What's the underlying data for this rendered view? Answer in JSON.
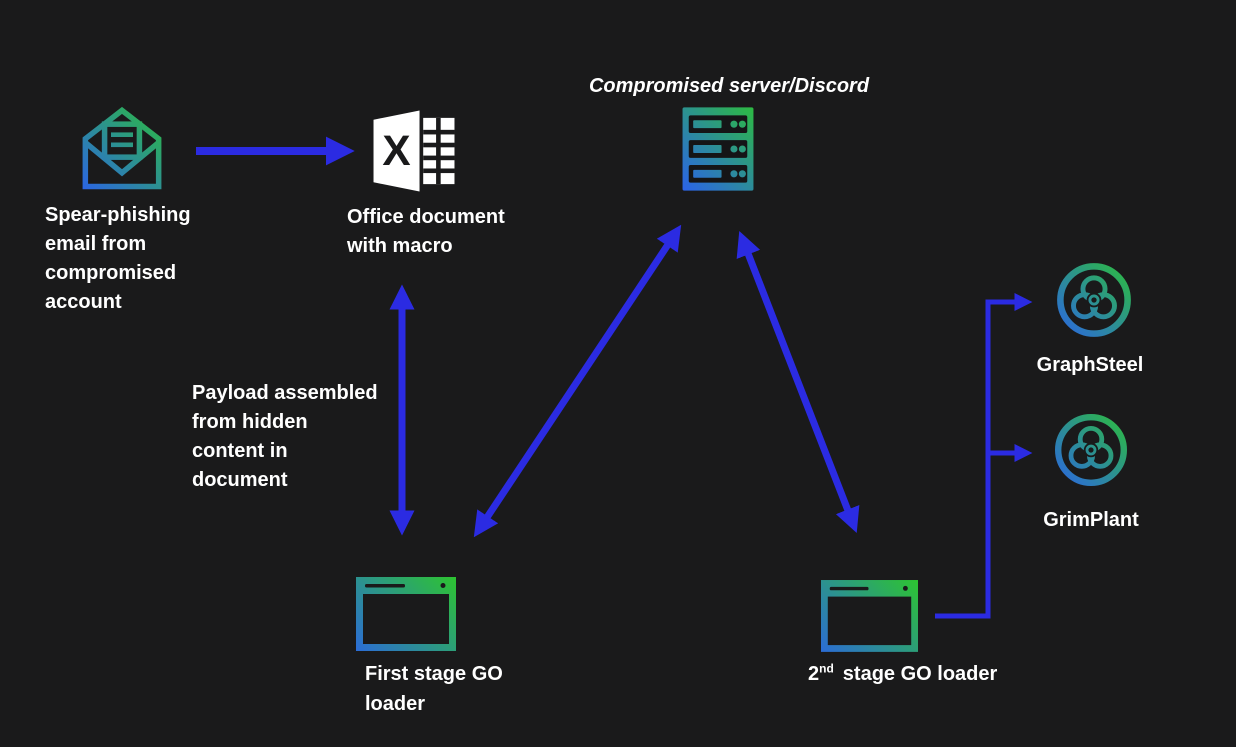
{
  "diagram": {
    "background": "#1a1a1b",
    "colors": {
      "arrow": "#2b2be2",
      "gradient_blue": "#2b5ff0",
      "gradient_green": "#2dc430",
      "text": "#ffffff",
      "icon_white": "#ffffff",
      "icon_inner_dark": "#151517"
    },
    "nodes": {
      "spear_phishing_email": {
        "icon": "open-email-envelope",
        "lines": [
          "Spear-phishing",
          "email from",
          "compromised",
          "account"
        ]
      },
      "office_document": {
        "icon": "excel-document",
        "lines": [
          "Office document",
          "with macro"
        ]
      },
      "compromised_server": {
        "icon": "server-rack",
        "label": "Compromised server/Discord"
      },
      "payload_note": {
        "lines": [
          "Payload assembled",
          "from hidden",
          "content in",
          "document"
        ]
      },
      "first_stage_loader": {
        "icon": "app-window",
        "lines": [
          "First stage GO",
          "loader"
        ]
      },
      "second_stage_loader": {
        "icon": "app-window",
        "number": "2",
        "ordinal": "nd",
        "rest": "stage GO loader"
      },
      "graphsteel": {
        "icon": "biohazard",
        "label": "GraphSteel"
      },
      "grimplant": {
        "icon": "biohazard",
        "label": "GrimPlant"
      }
    }
  }
}
